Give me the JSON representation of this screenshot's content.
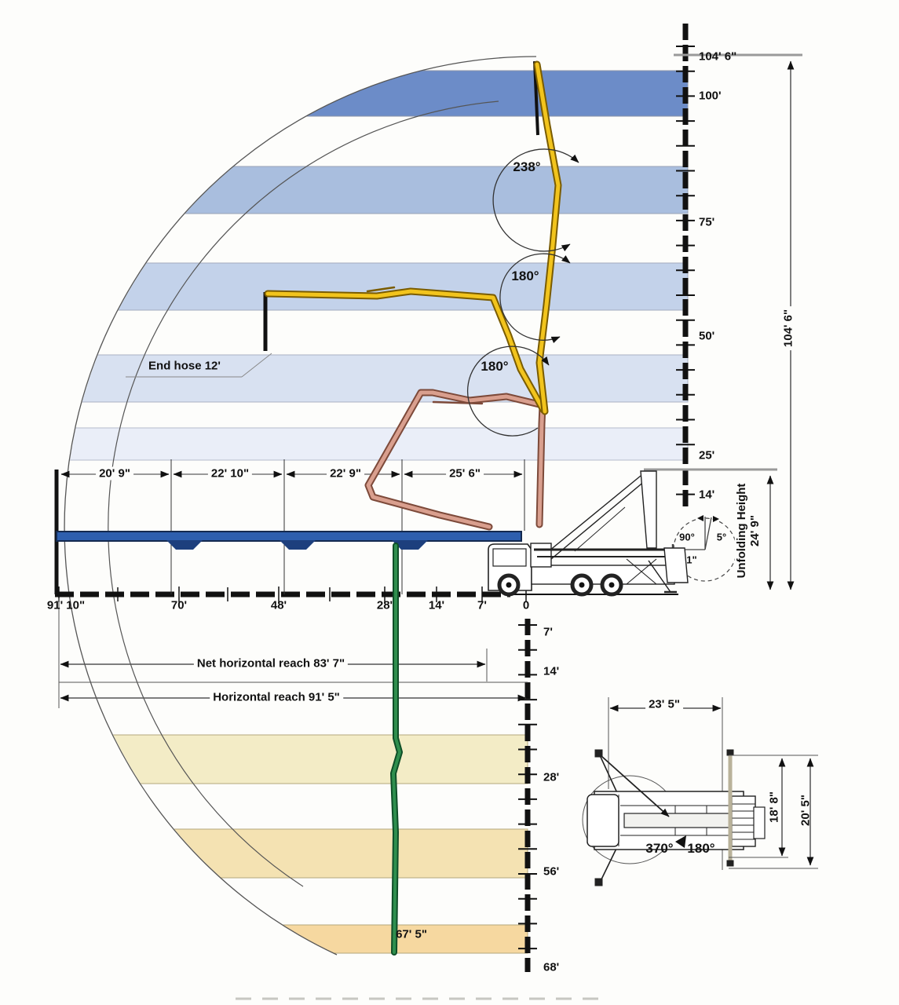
{
  "scales": {
    "height": [
      "104' 6\"",
      "100'",
      "75'",
      "50'",
      "25'",
      "14'"
    ],
    "depth": [
      "7'",
      "14'",
      "28'",
      "56'",
      "68'"
    ],
    "ground": [
      "91' 10\"",
      "70'",
      "48'",
      "28'",
      "14'",
      "7'",
      "0"
    ]
  },
  "sections": [
    "20' 9\"",
    "22' 10\"",
    "22' 9\"",
    "25' 6\""
  ],
  "reach": {
    "net": "Net horizontal reach 83' 7\"",
    "gross": "Horizontal reach 91' 5\"",
    "max_depth": "67' 5\"",
    "end_hose": "End hose 12'"
  },
  "vertical": {
    "unfolding_label": "Unfolding Height",
    "unfolding_value": "24' 9\"",
    "total_height": "104' 6\""
  },
  "angles": {
    "joint4": "238°",
    "joint3": "180°",
    "joint2": "180°",
    "mast_a": "90°",
    "mast_b": "5°",
    "mast_offset": "1\"",
    "slew_full": "370°",
    "slew_half": "180°"
  },
  "top_view": {
    "front_width": "23' 5\"",
    "outrigger_width": "18' 8\"",
    "outrigger_span": "20' 5\""
  },
  "colors": {
    "band_blue_1": "#6c8cc8",
    "band_blue_2": "#a9bede",
    "band_blue_3": "#c3d2ea",
    "band_blue_4": "#d8e1f1",
    "band_blue_5": "#eaeef8",
    "band_tan_1": "#f3ecc6",
    "band_tan_2": "#f4e2b2",
    "band_tan_3": "#f6d8a0",
    "boom_yellow": "#f2c41d",
    "boom_salmon": "#d99f8e",
    "boom_blue": "#2e5fae",
    "boom_green": "#2f8f4e"
  }
}
